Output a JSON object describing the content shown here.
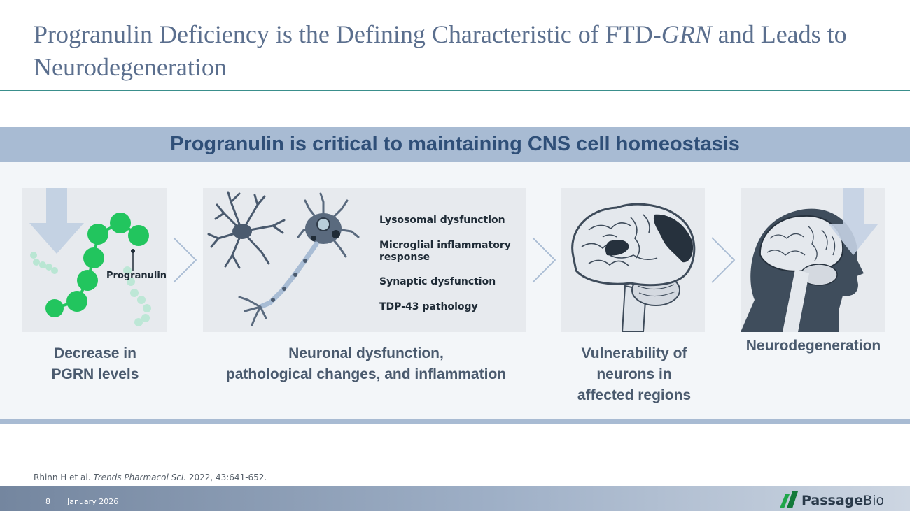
{
  "slide": {
    "title_part1": "Progranulin Deficiency is the Defining Characteristic of FTD-",
    "title_italic": "GRN",
    "title_part2": " and Leads to Neurodegeneration"
  },
  "band": {
    "header": "Progranulin is critical to maintaining CNS cell homeostasis"
  },
  "steps": [
    {
      "label": "Progranulin",
      "caption_lines": [
        "Decrease in",
        "PGRN levels"
      ]
    },
    {
      "caption_lines": [
        "Neuronal dysfunction,",
        "pathological changes, and inflammation"
      ],
      "list": [
        "Lysosomal dysfunction",
        "Microglial inflammatory response",
        "Synaptic dysfunction",
        "TDP-43 pathology"
      ]
    },
    {
      "caption_lines": [
        "Vulnerability of",
        "neurons in",
        "affected regions"
      ]
    },
    {
      "caption_lines": [
        "Neurodegeneration"
      ]
    }
  ],
  "footnote": {
    "authors": "Rhinn H et al. ",
    "journal": "Trends Pharmacol Sci.",
    "rest": " 2022, 43:641-652."
  },
  "footer": {
    "page": "8",
    "date": "January 2026",
    "brand_bold": "Passage",
    "brand_light": "Bio"
  },
  "colors": {
    "title": "#5b6f8e",
    "band": "#a8bbd3",
    "band_text": "#2f4f78",
    "pgrn_green": "#22c55e",
    "brain_dark": "#26313d",
    "head_dark": "#3f4d5c"
  },
  "icons": [
    "down-arrow-icon",
    "progranulin-chain-icon",
    "neuron-icon",
    "microglia-icon",
    "brain-icon",
    "head-brain-icon",
    "chevron-right-icon",
    "passage-bio-logo-icon"
  ]
}
